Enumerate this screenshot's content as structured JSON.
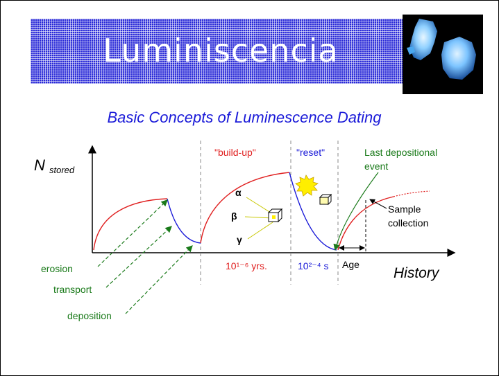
{
  "title": "Luminiscencia",
  "figure": {
    "title": "Basic Concepts of Luminescence Dating",
    "y_label_main": "N",
    "y_label_sub": "stored",
    "x_label": "History",
    "phase_buildup": "\"build-up\"",
    "phase_reset": "\"reset\"",
    "last_event": [
      "Last depositional",
      "event"
    ],
    "radiation": [
      "α",
      "β",
      "γ"
    ],
    "sample": [
      "Sample",
      "collection"
    ],
    "age": "Age",
    "time_buildup": "10¹⁻⁶ yrs.",
    "time_reset": "10²⁻⁴ s",
    "process_labels": [
      "erosion",
      "transport",
      "deposition"
    ]
  },
  "colors": {
    "banner": "#2a2ad8",
    "title_blue": "#1a1ad8",
    "red": "#e02020",
    "blue": "#1a1ad8",
    "green": "#1a7a1a"
  }
}
